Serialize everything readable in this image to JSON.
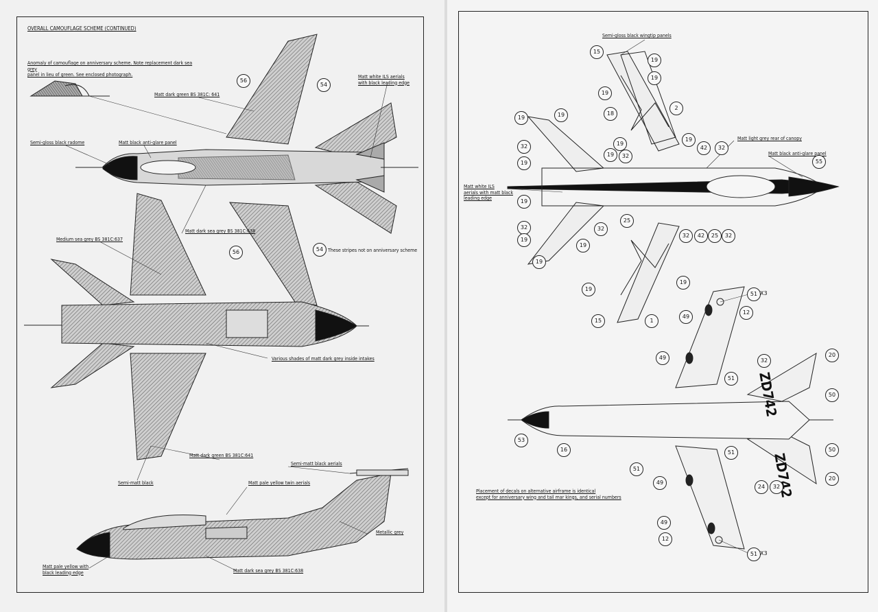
{
  "left": {
    "title": "OVERALL CAMOUFLAGE SCHEME (CONTINUED)",
    "labels": {
      "anomaly": "Anomaly of camouflage on anniversary scheme. Note replacement dark sea grey\npanel in lieu of green. See enclosed photograph.",
      "semigloss_radome": "Semi-gloss black radome",
      "antiglare": "Matt black anti-glare panel",
      "dark_green_top": "Matt dark green BS 381C: 641",
      "ils_top": "Matt white ILS aerials\nwith black leading edge",
      "sea_grey_top": "Matt dark sea grey BS 381C:638",
      "medium_sea_grey": "Medium sea grey BS 381C:637",
      "stripes": "These stripes not on anniversary scheme",
      "intakes": "Various shades of matt dark grey inside intakes",
      "dark_green_side": "Matt dark green BS 381C:641",
      "semimatt_aerials": "Semi-matt black aerials",
      "pale_yellow_twin": "Matt pale yellow twin aerials",
      "semimatt_black": "Semi-matt black",
      "metallic_grey": "Metallic grey",
      "pale_yellow_edge": "Matt pale yellow with\nblack leading edge",
      "sea_grey_side": "Matt dark sea grey BS 381C:638"
    },
    "callouts": [
      "56",
      "54",
      "56",
      "54"
    ]
  },
  "right": {
    "labels": {
      "wingtip": "Semi-gloss black wingtip panels",
      "light_grey_canopy": "Matt light grey rear of canopy",
      "antiglare": "Matt black anti-glare panel",
      "ils": "Matt white ILS\naerials with matt black\nleading edge",
      "placement": "Placement of decals on alternative airframe is identical\nexcept for anniversary wing and tail mar kings, and serial numbers"
    },
    "serial": "ZD742",
    "x3": "X3",
    "callouts_top": [
      "15",
      "19",
      "19",
      "19",
      "18",
      "2",
      "19",
      "19",
      "19",
      "32",
      "19",
      "19",
      "32",
      "42",
      "32",
      "55",
      "19",
      "19",
      "32",
      "19",
      "19",
      "32",
      "25",
      "32",
      "42",
      "25",
      "32",
      "19",
      "19",
      "19",
      "15",
      "1"
    ],
    "callouts_bottom": [
      "51",
      "12",
      "49",
      "49",
      "32",
      "20",
      "51",
      "50",
      "53",
      "16",
      "51",
      "50",
      "51",
      "20",
      "49",
      "24",
      "32",
      "49",
      "12",
      "51"
    ]
  },
  "colors": {
    "paper": "#f1f1f1",
    "ink": "#1a1a1a",
    "camo_light": "#c9c9c9",
    "camo_dark": "#8f8f8f"
  }
}
